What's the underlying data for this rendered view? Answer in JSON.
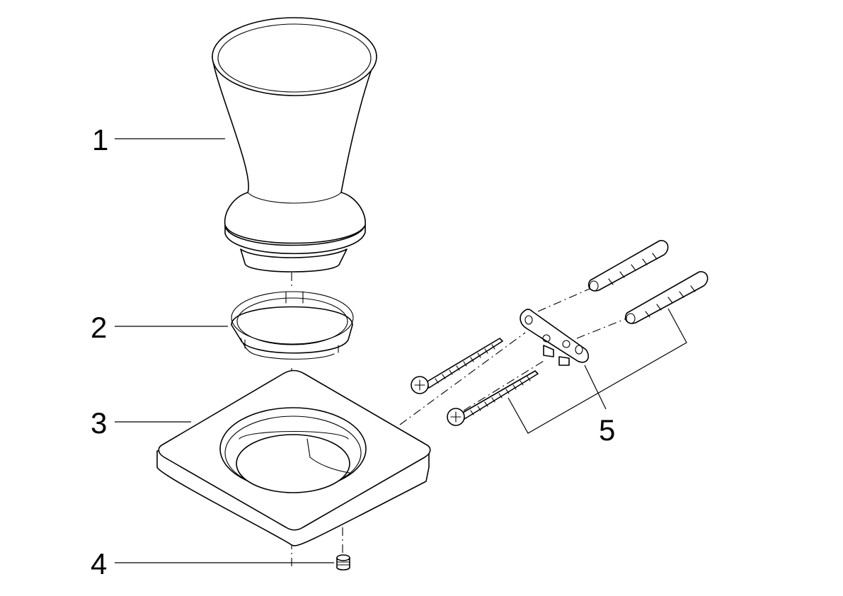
{
  "callouts": [
    {
      "id": "1",
      "text": "1",
      "part": "cup"
    },
    {
      "id": "2",
      "text": "2",
      "part": "retaining-ring"
    },
    {
      "id": "3",
      "text": "3",
      "part": "square-base-plate"
    },
    {
      "id": "4",
      "text": "4",
      "part": "set-screw"
    },
    {
      "id": "5",
      "text": "5",
      "part": "mounting-kit"
    }
  ],
  "colors": {
    "line": "#000000",
    "background": "#ffffff"
  }
}
